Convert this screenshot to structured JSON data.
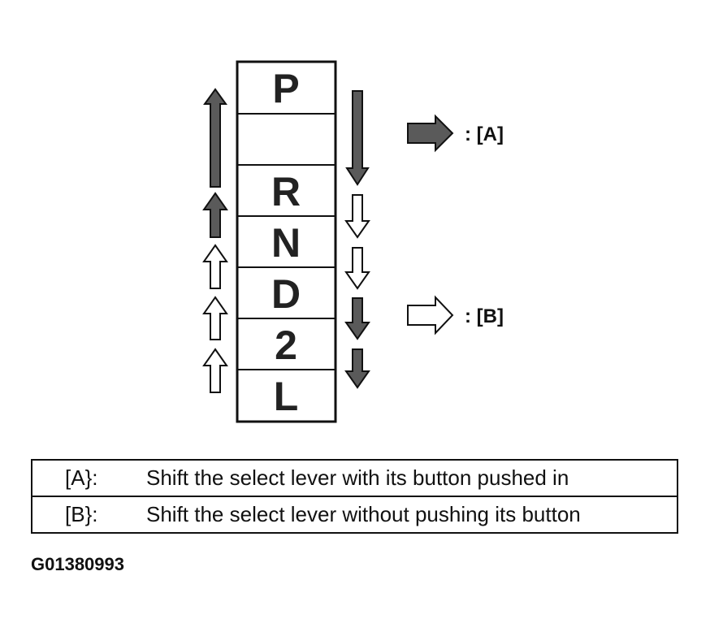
{
  "gate": [
    "P",
    "",
    "R",
    "N",
    "D",
    "2",
    "L"
  ],
  "arrow_key": {
    "a": {
      "label": ": [A]",
      "fill": "#5a5a5a"
    },
    "b": {
      "label": ": [B]",
      "fill": "#ffffff"
    }
  },
  "legend": [
    {
      "key": "[A}:",
      "text": "Shift the select lever with its button pushed in"
    },
    {
      "key": "[B}:",
      "text": "Shift the select lever without pushing its button"
    }
  ],
  "figure_id": "G01380993"
}
